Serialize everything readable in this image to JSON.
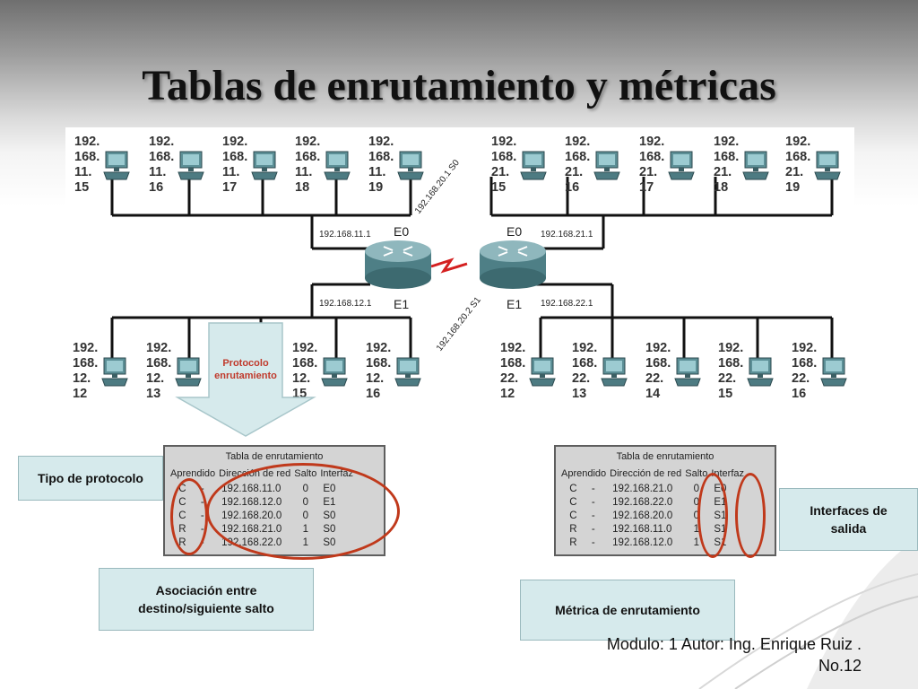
{
  "slide": {
    "title": "Tablas de enrutamiento y métricas",
    "footer_line1": "Modulo: 1 Autor: Ing. Enrique Ruiz .",
    "footer_line2": "No.12"
  },
  "diagram": {
    "hosts_top_left": [
      "192.\n168.\n11.\n15",
      "192.\n168.\n11.\n16",
      "192.\n168.\n11.\n17",
      "192.\n168.\n11.\n18",
      "192.\n168.\n11.\n19"
    ],
    "hosts_top_right": [
      "192.\n168.\n21.\n15",
      "192.\n168.\n21.\n16",
      "192.\n168.\n21.\n17",
      "192.\n168.\n21.\n18",
      "192.\n168.\n21.\n19"
    ],
    "hosts_bottom_left": [
      "192.\n168.\n12.\n12",
      "192.\n168.\n12.\n13",
      "192.\n168.\n12.\n15",
      "192.\n168.\n12.\n16"
    ],
    "hosts_bottom_right": [
      "192.\n168.\n22.\n12",
      "192.\n168.\n22.\n13",
      "192.\n168.\n22.\n14",
      "192.\n168.\n22.\n15",
      "192.\n168.\n22.\n16"
    ],
    "net_labels": {
      "left_e0": "192.168.11.1",
      "left_e1": "192.168.12.1",
      "right_e0": "192.168.21.1",
      "right_e1": "192.168.22.1",
      "left_s0": "192.168.20.1 S0",
      "right_s1": "192.168.20.2 S1"
    },
    "if_labels": {
      "left_top": "E0",
      "left_bottom": "E1",
      "right_top": "E0",
      "right_bottom": "E1"
    },
    "protocol_arrow_text": "Protocolo enrutamiento"
  },
  "table_left": {
    "caption": "Tabla de enrutamiento",
    "headers": [
      "Aprendido",
      "Dirección de red",
      "Salto",
      "Interfaz"
    ],
    "rows": [
      {
        "learned": "C",
        "dash": "-",
        "net": "192.168.11.0",
        "hop": "0",
        "iface": "E0"
      },
      {
        "learned": "C",
        "dash": "-",
        "net": "192.168.12.0",
        "hop": "0",
        "iface": "E1"
      },
      {
        "learned": "C",
        "dash": "-",
        "net": "192.168.20.0",
        "hop": "0",
        "iface": "S0"
      },
      {
        "learned": "R",
        "dash": "-",
        "net": "192.168.21.0",
        "hop": "1",
        "iface": "S0"
      },
      {
        "learned": "R",
        "dash": "-",
        "net": "192.168.22.0",
        "hop": "1",
        "iface": "S0"
      }
    ]
  },
  "table_right": {
    "caption": "Tabla de enrutamiento",
    "headers": [
      "Aprendido",
      "Dirección de red",
      "Salto",
      "Interfaz"
    ],
    "rows": [
      {
        "learned": "C",
        "dash": "-",
        "net": "192.168.21.0",
        "hop": "0",
        "iface": "E0"
      },
      {
        "learned": "C",
        "dash": "-",
        "net": "192.168.22.0",
        "hop": "0",
        "iface": "E1"
      },
      {
        "learned": "C",
        "dash": "-",
        "net": "192.168.20.0",
        "hop": "0",
        "iface": "S1"
      },
      {
        "learned": "R",
        "dash": "-",
        "net": "192.168.11.0",
        "hop": "1",
        "iface": "S1"
      },
      {
        "learned": "R",
        "dash": "-",
        "net": "192.168.12.0",
        "hop": "1",
        "iface": "S1"
      }
    ]
  },
  "notes": {
    "protocol_type": "Tipo de protocolo",
    "association": "Asociación entre destino/siguiente salto",
    "metric": "Métrica de enrutamiento",
    "interfaces": "Interfaces de salida"
  },
  "colors": {
    "highlight": "#c0391b",
    "note_bg": "#d6eaec",
    "router": "#5f8f96"
  }
}
